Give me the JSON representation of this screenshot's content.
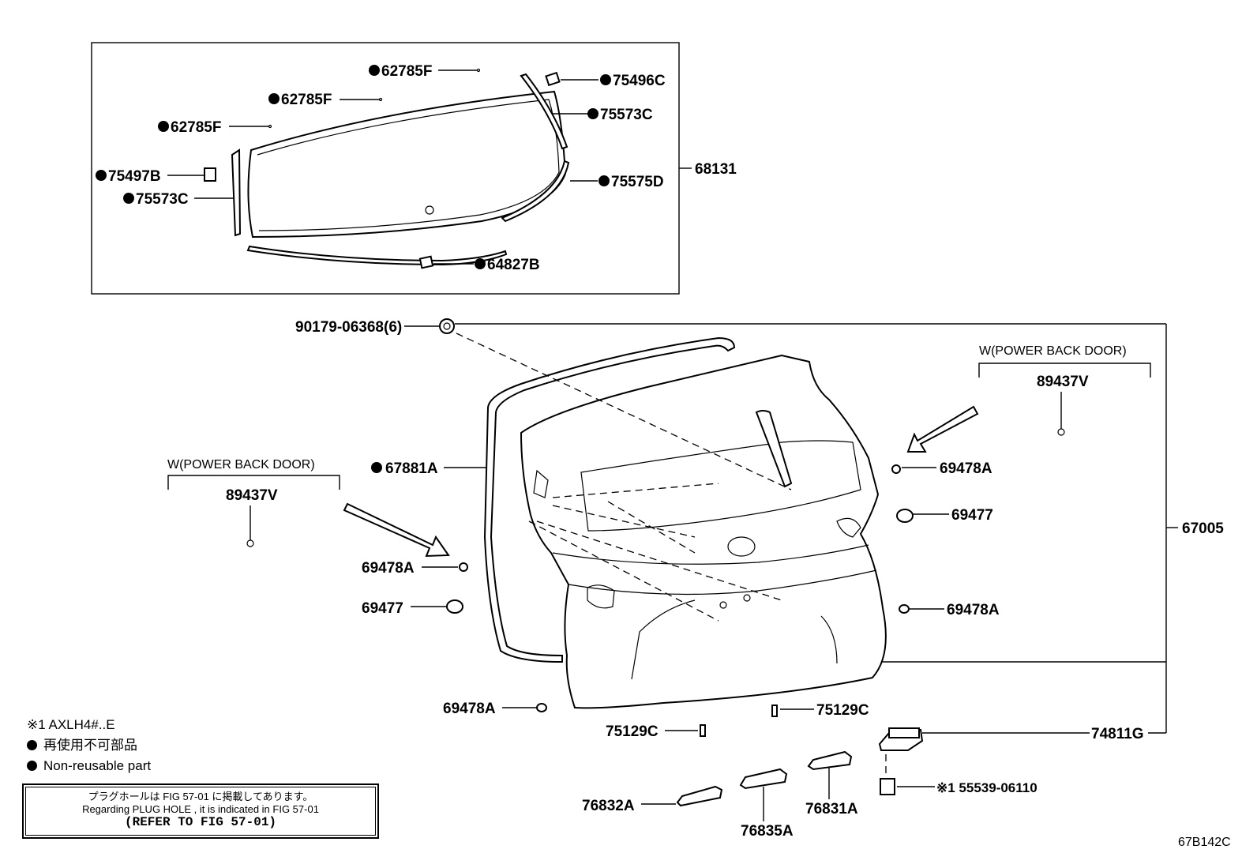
{
  "glass_box": {
    "assembly_part": "68131",
    "parts": [
      {
        "id": "62785F",
        "nonreusable": true
      },
      {
        "id": "62785F",
        "nonreusable": true
      },
      {
        "id": "62785F",
        "nonreusable": true
      },
      {
        "id": "75496C",
        "nonreusable": true
      },
      {
        "id": "75573C",
        "nonreusable": true
      },
      {
        "id": "75497B",
        "nonreusable": true
      },
      {
        "id": "75573C",
        "nonreusable": true
      },
      {
        "id": "75575D",
        "nonreusable": true
      },
      {
        "id": "64827B",
        "nonreusable": true
      }
    ]
  },
  "door": {
    "assembly_part": "67005",
    "bolt": "90179-06368(6)",
    "weatherstrip": "67881A",
    "right_group": {
      "condition": "W(POWER BACK DOOR)",
      "part": "89437V"
    },
    "left_group": {
      "condition": "W(POWER BACK DOOR)",
      "part": "89437V"
    },
    "clips": [
      "69478A",
      "69477",
      "69478A",
      "69478A",
      "69477",
      "69478A"
    ],
    "stoppers": [
      "75129C",
      "75129C"
    ],
    "lamp": "74811G",
    "lamp_sub": "※1 55539-06110",
    "garnish": [
      "76832A",
      "76835A",
      "76831A"
    ]
  },
  "legend": {
    "model_note": "※1 AXLH4#..E",
    "jp_nonreusable": "再使用不可部品",
    "en_nonreusable": "Non-reusable part"
  },
  "reference": {
    "line_jp": "プラグホールは FIG 57-01 に掲載してあります。",
    "line_en": "Regarding  PLUG  HOLE , it is indicated in  FIG  57-01",
    "line_ref": "(REFER TO FIG 57-01)"
  },
  "figure_id": "67B142C"
}
